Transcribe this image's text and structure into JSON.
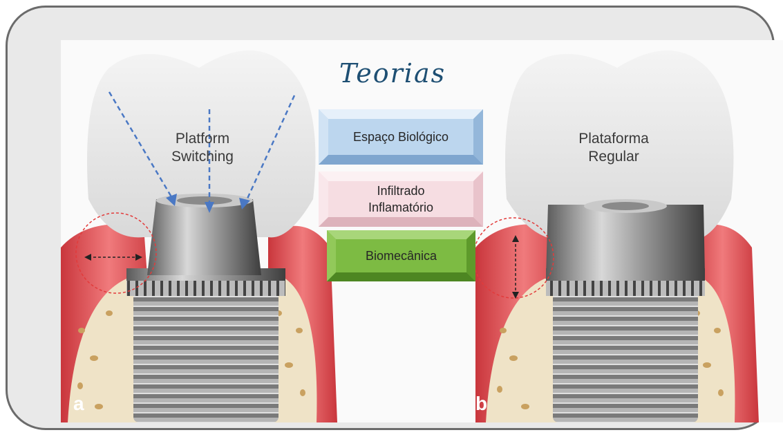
{
  "title": "Teorias",
  "left_label_line1": "Platform",
  "left_label_line2": "Switching",
  "right_label_line1": "Plataforma",
  "right_label_line2": "Regular",
  "theories": [
    {
      "label": "Espaço Biológico",
      "color": "#bcd6ee"
    },
    {
      "label_line1": "Infiltrado",
      "label_line2": "Inflamatório",
      "color": "#f6dde2"
    },
    {
      "label": "Biomecânica",
      "color": "#7dbb43"
    }
  ],
  "panel_letters": [
    "a",
    "b"
  ],
  "colors": {
    "title": "#1e4f73",
    "gum": "#e05a5e",
    "bone": "#efe3c7",
    "arrow": "#4a78c4",
    "marker": "#e23b3b"
  }
}
